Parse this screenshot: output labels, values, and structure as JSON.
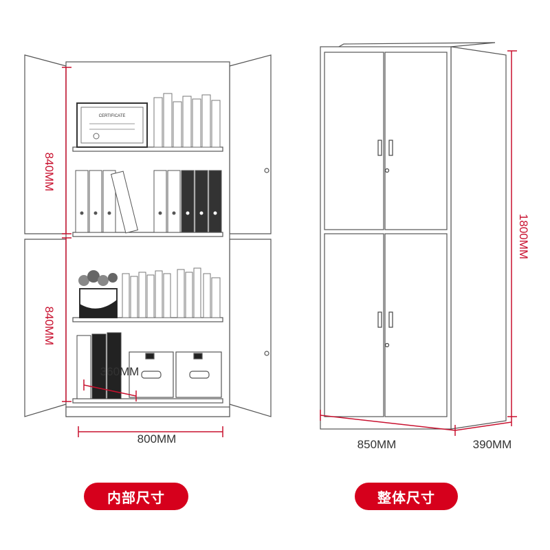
{
  "dimensions": {
    "inner_top_height": "840MM",
    "inner_bottom_height": "840MM",
    "inner_depth": "360MM",
    "inner_width": "800MM",
    "outer_height": "1800MM",
    "outer_width": "850MM",
    "outer_depth": "390MM"
  },
  "labels": {
    "interior_size": "内部尺寸",
    "overall_size": "整体尺寸"
  },
  "certificate": {
    "title": "CERTIFICATE"
  },
  "colors": {
    "accent_red": "#d6001c",
    "line_red": "#c8102e",
    "outline": "#555555"
  }
}
